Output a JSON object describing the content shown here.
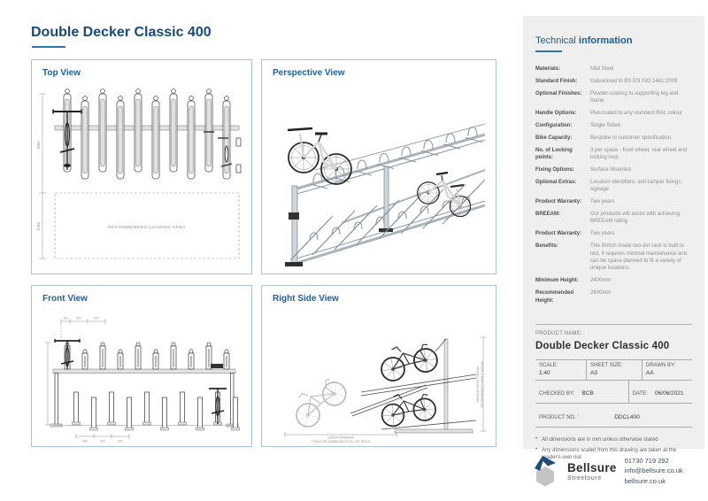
{
  "page": {
    "title": "Double Decker Classic 400"
  },
  "panels": {
    "top_view": {
      "title": "Top View",
      "loading_area_label": "RECOMMENDED LOADING AREA",
      "dim_depth": "2000",
      "dim_loading": "1750"
    },
    "perspective_view": {
      "title": "Perspective View"
    },
    "front_view": {
      "title": "Front View",
      "dims_top": [
        "300",
        "600",
        "600"
      ],
      "dims_bottom": [
        "600",
        "600",
        "600"
      ]
    },
    "right_side_view": {
      "title": "Right Side View",
      "height_label_1": "MINIMUM HEIGHT 2400mm",
      "height_label_2": "RECOMMENDED HEIGHT 2600mm",
      "pullout_line1": "(1500mm MINIMUM)",
      "pullout_line2": "1750mm RECOMMENDED PULL-OUT SPACE"
    }
  },
  "tech": {
    "heading_regular": "Technical ",
    "heading_bold": "information",
    "rows": [
      {
        "label": "Materials:",
        "value": "Mild Steel"
      },
      {
        "label": "Standard Finish:",
        "value": "Galvanised to BS EN ISO 1461:2009"
      },
      {
        "label": "Optional Finishes:",
        "value": "Powder-coating to supporting leg and frame"
      },
      {
        "label": "Handle Options:",
        "value": "Plascoated to any standard RAL colour"
      },
      {
        "label": "Configuration:",
        "value": "Single Sided"
      },
      {
        "label": "Bike Capacity:",
        "value": "Bespoke to customer specification"
      },
      {
        "label": "No. of Locking points:",
        "value": "3 per space - front wheel, rear wheel and locking loop"
      },
      {
        "label": "Fixing Options:",
        "value": "Surface Mounted"
      },
      {
        "label": "Optional Extras:",
        "value": "Location identifiers, anti-tamper fixings, signage"
      },
      {
        "label": "Product Warranty:",
        "value": "Two years"
      },
      {
        "label": "BREEAM:",
        "value": "Our products will assist with achieving BREEAM rating"
      },
      {
        "label": "Product Warranty:",
        "value": "Two years"
      },
      {
        "label": "Benefits:",
        "value": "This British made two-tier rack is built to last, it requires minimal maintenance and can be space planned to fit a variety of unique locations."
      },
      {
        "label": "Minimum Height:",
        "value": "2400mm"
      },
      {
        "label": "Recommended Height:",
        "value": "2600mm"
      }
    ]
  },
  "product_box": {
    "name_label": "PRODUCT NAME:",
    "name": "Double Decker Classic 400",
    "scale_label": "SCALE:",
    "scale": "1:40",
    "sheet_label": "SHEET SIZE:",
    "sheet": "A3",
    "drawn_label": "DRAWN BY:",
    "drawn": "AA",
    "checked_label": "CHECKED BY:",
    "checked": "BCB",
    "date_label": "DATE:",
    "date": "06/06/2021",
    "product_no_label": "PRODUCT NO. :",
    "product_no": "DDCL400"
  },
  "notes": [
    "All dimensions are in mm unless otherwise stated",
    "Any dimensions scaled from this drawing are taken at the reader's own risk"
  ],
  "footer": {
    "brand": "Bellsure",
    "sub_brand": "Streetsure",
    "phone": "01730 719 292",
    "email": "info@bellsure.co.uk",
    "website": "bellsure.co.uk"
  },
  "colors": {
    "accent_blue": "#2e74b5",
    "title_blue": "#164a7c",
    "panel_border": "#a9c4da",
    "sidebar_bg": "#efeff0",
    "logo_blue": "#1c4e79",
    "logo_grey": "#c4c4c4"
  }
}
